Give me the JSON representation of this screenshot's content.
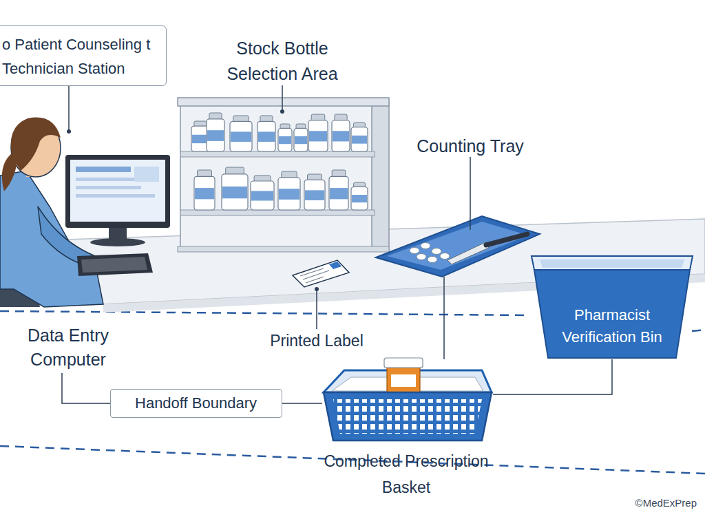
{
  "diagram": {
    "nodes": [
      {
        "text": [
          "o Patient Counseling t Technician Station"
        ]
      },
      {
        "text": [
          "Pharmacist Verification Bin"
        ]
      },
      {
        "text": [
          "Handoff Boundary"
        ]
      },
      {
        "text": [
          "Completed Prescription Basket"
        ]
      }
    ],
    "edges": [
      {
        "from": 2,
        "to": 3,
        "arrow": "none"
      },
      {
        "from": 3,
        "to": 1,
        "arrow": "none"
      }
    ],
    "labels": [
      "Stock Bottle Selection Area",
      "Counting Tray",
      "Data Entry Computer",
      "Printed Label",
      "©MedExPrep"
    ]
  }
}
